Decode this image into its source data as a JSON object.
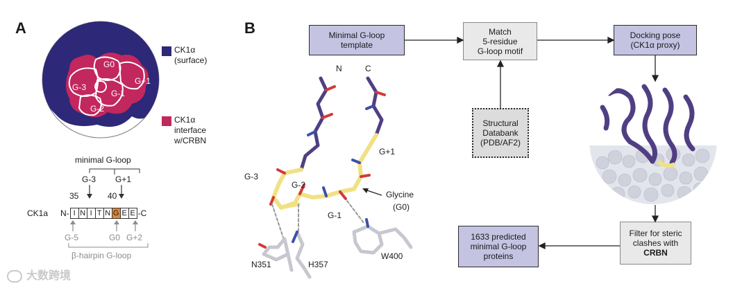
{
  "panels": {
    "a": "A",
    "b": "B"
  },
  "surface_labels": [
    "G0",
    "G+1",
    "G-3",
    "G-1",
    "G-2"
  ],
  "legend": {
    "surface": {
      "line1": "CK1α",
      "line2": "(surface)",
      "color": "#2e2878"
    },
    "interface": {
      "line1": "CK1α",
      "line2": "interface",
      "line3": "w/CRBN",
      "color": "#c2275e"
    }
  },
  "sequence": {
    "minimal_label": "minimal G-loop",
    "top_labels": [
      "G-3",
      "G+1"
    ],
    "numbers": [
      "35",
      "40"
    ],
    "protein": "CK1a",
    "n_term": "N-",
    "c_term": "-C",
    "residues": [
      "I",
      "N",
      "I",
      "T",
      "N",
      "G",
      "E",
      "E"
    ],
    "highlight_index": 5,
    "bottom_labels": [
      "G-5",
      "G0",
      "G+2"
    ],
    "hairpin_label": "β-hairpin G-loop"
  },
  "structure_labels": {
    "n": "N",
    "c": "C",
    "g_plus1": "G+1",
    "g_minus3": "G-3",
    "g_minus2": "G-2",
    "g_minus1": "G-1",
    "glycine": "Glycine",
    "g0": "(G0)",
    "n351": "N351",
    "h357": "H357",
    "w400": "W400"
  },
  "flow": {
    "template": {
      "line1": "Minimal G-loop",
      "line2": "template"
    },
    "match": {
      "line1": "Match",
      "line2": "5-residue",
      "line3": "G-loop motif"
    },
    "docking": {
      "line1": "Docking pose",
      "line2": "(CK1α proxy)"
    },
    "databank": {
      "line1": "Structural",
      "line2": "Databank",
      "line3": "(PDB/AF2)"
    },
    "filter": {
      "line1": "Filter for steric",
      "line2": "clashes with",
      "line3": "CRBN"
    },
    "predicted": {
      "line1": "1633 predicted",
      "line2": "minimal G-loop",
      "line3": "proteins"
    }
  },
  "watermark": "大数跨境"
}
